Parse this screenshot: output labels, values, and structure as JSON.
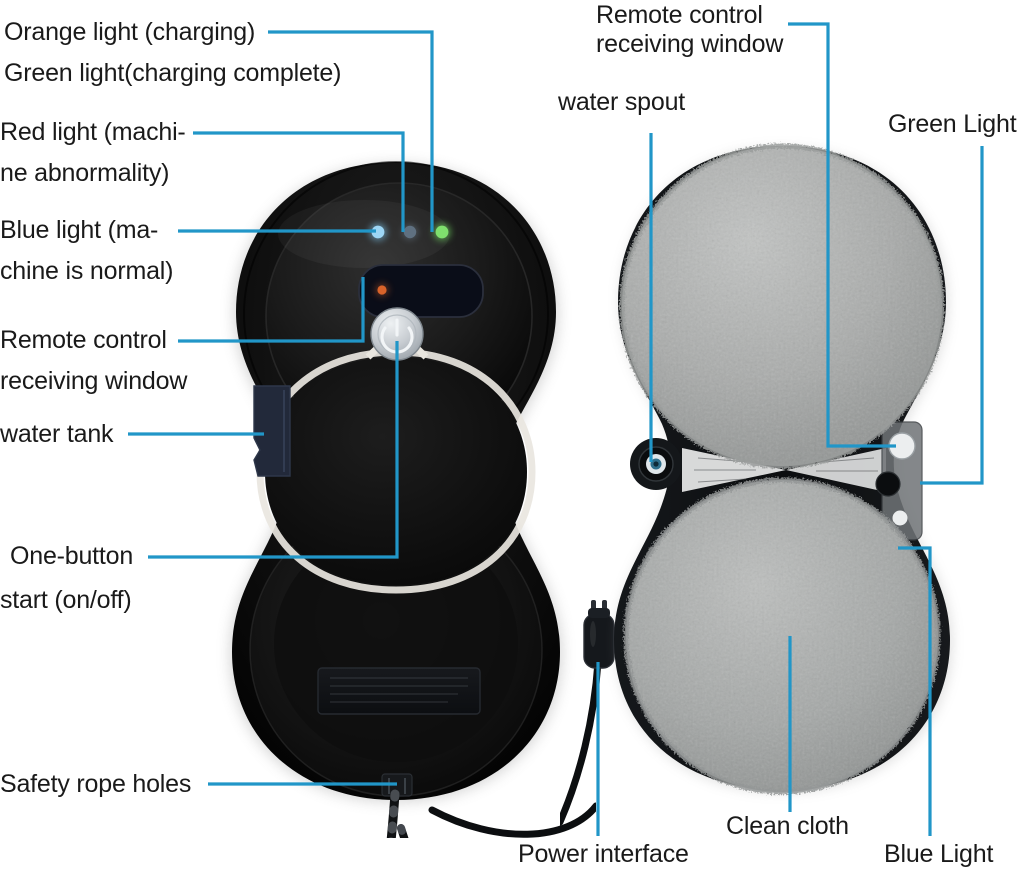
{
  "diagram": {
    "title": "Window Cleaning Robot — Annotated Product Diagram",
    "accent_color": "#2196c8",
    "background_color": "#ffffff",
    "text_color": "#1a1a1a"
  },
  "labels": {
    "orange_light": "Orange light (charging)",
    "green_light_complete": "Green light(charging complete)",
    "red_light_l1": "Red light (machi-",
    "red_light_l2": "ne abnormality)",
    "blue_light_l1": "Blue light (ma-",
    "blue_light_l2": "chine is normal)",
    "remote_left_l1": "Remote control",
    "remote_left_l2": "receiving window",
    "water_tank": "water tank",
    "one_button_l1": "One-button",
    "one_button_l2": "start (on/off)",
    "safety_rope_holes": "Safety rope holes",
    "remote_right_l1": "Remote control",
    "remote_right_l2": "receiving window",
    "water_spout": "water spout",
    "green_light_right": "Green Light",
    "power_interface": "Power interface",
    "clean_cloth": "Clean cloth",
    "blue_light_right": "Blue Light"
  },
  "parts": {
    "front_view": {
      "name": "robot-front-view",
      "leds": [
        {
          "name": "blue-led",
          "color": "#7ec8f0",
          "label_ref": "blue_light_l1"
        },
        {
          "name": "dim-led",
          "color": "#5a6b7a",
          "label_ref": "red_light_l1"
        },
        {
          "name": "green-led",
          "color": "#6fd860",
          "label_ref": "orange_light"
        }
      ],
      "ir_window": {
        "name": "ir-receiver-window",
        "indicator_color": "#d9632a"
      },
      "power_button": {
        "name": "power-button",
        "glyph": "⏻",
        "color": "#c8ccd0"
      },
      "water_tank_tab": {
        "name": "water-tank-tab",
        "color": "#22293a"
      },
      "rating_plate": {
        "name": "rating-label-plate",
        "color": "#111418"
      },
      "body_color": "#0d0d0d"
    },
    "bottom_view": {
      "name": "robot-bottom-view",
      "pads": [
        {
          "name": "cleaning-pad-top",
          "color": "#a8aaa9"
        },
        {
          "name": "cleaning-pad-bottom",
          "color": "#a8aaa9"
        }
      ],
      "spout": {
        "name": "water-spout-nozzle",
        "color": "#6fb7d8"
      },
      "sensors": [
        {
          "name": "remote-receiver-dot",
          "color": "#e8eaec"
        },
        {
          "name": "green-light-dot",
          "color": "#e8eaec"
        },
        {
          "name": "blue-light-dot",
          "color": "#e8eaec"
        }
      ],
      "power_plug": {
        "name": "power-connector-plug",
        "color": "#15181c"
      },
      "body_color": "#111315"
    }
  }
}
